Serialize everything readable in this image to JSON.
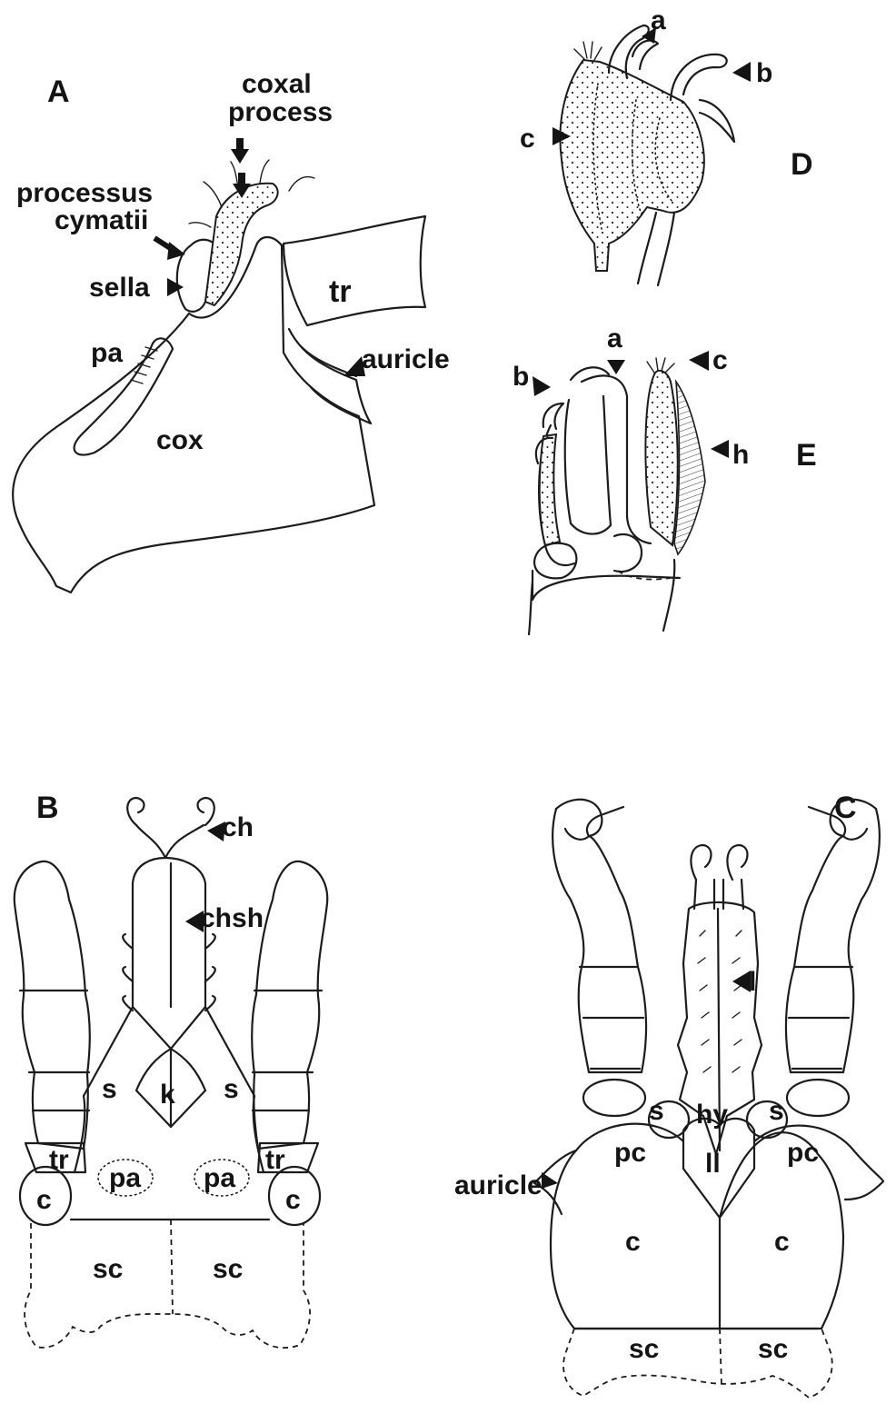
{
  "panels": {
    "A": {
      "letter": "A",
      "labels": {
        "coxal_process_1": "coxal",
        "coxal_process_2": "process",
        "processus_1": "processus",
        "processus_2": "cymatii",
        "sella": "sella",
        "pa": "pa",
        "tr": "tr",
        "auricle": "auricle",
        "cox": "cox"
      }
    },
    "D": {
      "letter": "D",
      "labels": {
        "a": "a",
        "b": "b",
        "c": "c"
      }
    },
    "E": {
      "letter": "E",
      "labels": {
        "a": "a",
        "b": "b",
        "c": "c",
        "h": "h"
      }
    },
    "B": {
      "letter": "B",
      "labels": {
        "ch": "ch",
        "chsh": "chsh",
        "s_left": "s",
        "k": "k",
        "s_right": "s",
        "tr_left": "tr",
        "tr_right": "tr",
        "pa_left": "pa",
        "pa_right": "pa",
        "c_left": "c",
        "c_right": "c",
        "sc_left": "sc",
        "sc_right": "sc"
      }
    },
    "C": {
      "letter": "C",
      "labels": {
        "l": "l",
        "s_left": "s",
        "hy": "hy",
        "s_right": "s",
        "pc_left": "pc",
        "ll": "ll",
        "pc_right": "pc",
        "auricle": "auricle",
        "c_left": "c",
        "c_right": "c",
        "sc_left": "sc",
        "sc_right": "sc"
      }
    }
  }
}
